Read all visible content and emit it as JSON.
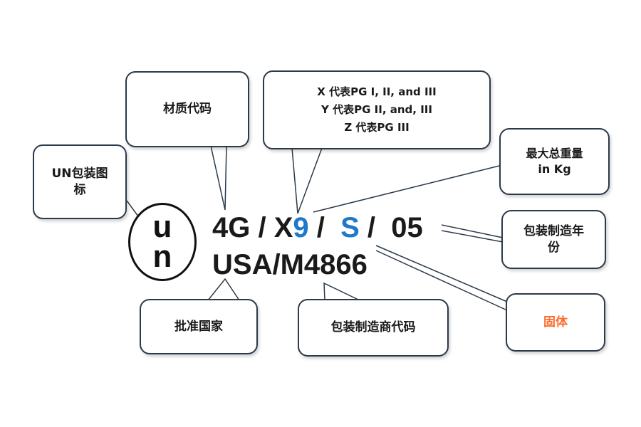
{
  "logo": {
    "top": "u",
    "bottom": "n"
  },
  "code": {
    "line1": {
      "material": "4G",
      "sep1": " / ",
      "pg_letter": "X",
      "gross": "9",
      "sep2": " /  ",
      "solid": "S",
      "sep3": " /  ",
      "year": "05"
    },
    "line2": "USA/M4866"
  },
  "callouts": {
    "un_symbol": [
      "UN包装图",
      "标"
    ],
    "material_code": [
      "材质代码"
    ],
    "packing_group": [
      "X 代表PG I, II, and III",
      "Y 代表PG  II, and, III",
      "Z 代表PG III"
    ],
    "gross_weight": [
      "最大总重量",
      "in  Kg"
    ],
    "year": [
      "包装制造年",
      "份"
    ],
    "solid": [
      "固体"
    ],
    "country": [
      "批准国家"
    ],
    "manufacturer": [
      "包装制造商代码"
    ]
  },
  "colors": {
    "highlight_blue": "#1f78c8",
    "solid_text": "#ff6a2b",
    "border": "#2b3a4a"
  }
}
